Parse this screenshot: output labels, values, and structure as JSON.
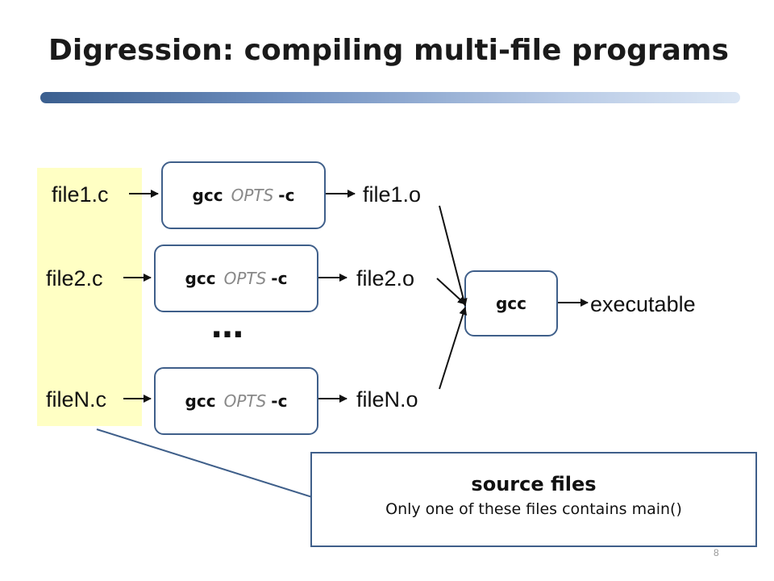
{
  "slide": {
    "title": "Digression: compiling multi-file programs",
    "page_number": "8"
  },
  "sources": [
    "file1.c",
    "file2.c",
    "fileN.c"
  ],
  "compile_box": {
    "cmd": "gcc",
    "opts": "OPTS",
    "flag": "-c"
  },
  "objects": [
    "file1.o",
    "file2.o",
    "fileN.o"
  ],
  "ellipsis": "…",
  "link_box": {
    "cmd": "gcc"
  },
  "output": "executable",
  "callout": {
    "title": "source files",
    "subtitle": "Only one of these files contains main()"
  },
  "colors": {
    "box_border": "#3f5f8a",
    "source_highlight": "#ffffc4",
    "callout_line": "#3f5f8a"
  }
}
